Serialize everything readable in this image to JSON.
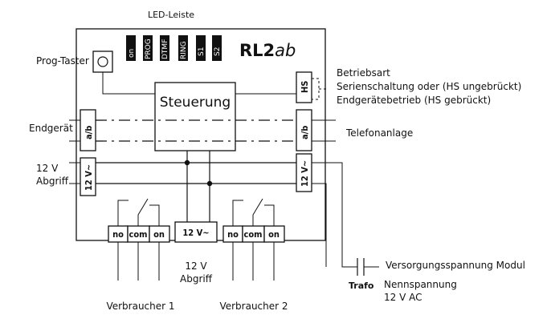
{
  "led_strip_label": "LED-Leiste",
  "led_labels": [
    "on",
    "PROG",
    "DTMF",
    "RING",
    "S1",
    "S2"
  ],
  "device": {
    "name_main": "RL2",
    "name_italic": "ab"
  },
  "prog_button_label": "Prog-Taster",
  "controller_label": "Steuerung",
  "left_labels": {
    "endgeraet": "Endgerät",
    "abgriff_line1": "12 V",
    "abgriff_line2": "Abgriff"
  },
  "right_labels": {
    "betriebsart": "Betriebsart",
    "serienschaltung": "Serienschaltung oder (HS ungebrückt)",
    "endgeraetebetrieb": "Endgerätebetrieb (HS gebrückt)",
    "telefonanlage": "Telefonanlage"
  },
  "terminals": {
    "hs": "HS",
    "ab_left": "a/b",
    "ab_right": "a/b",
    "v12_left": "12 V~",
    "v12_right": "12 V~",
    "v12_bottom": "12 V~",
    "relay": [
      "no",
      "com",
      "on"
    ]
  },
  "bottom_labels": {
    "abgriff_line1": "12 V",
    "abgriff_line2": "Abgriff",
    "verbraucher1": "Verbraucher 1",
    "verbraucher2": "Verbraucher 2"
  },
  "supply": {
    "trafo": "Trafo",
    "versorgung": "Versorgungsspannung Modul",
    "nenn_line1": "Nennspannung",
    "nenn_line2": "12 V AC"
  }
}
